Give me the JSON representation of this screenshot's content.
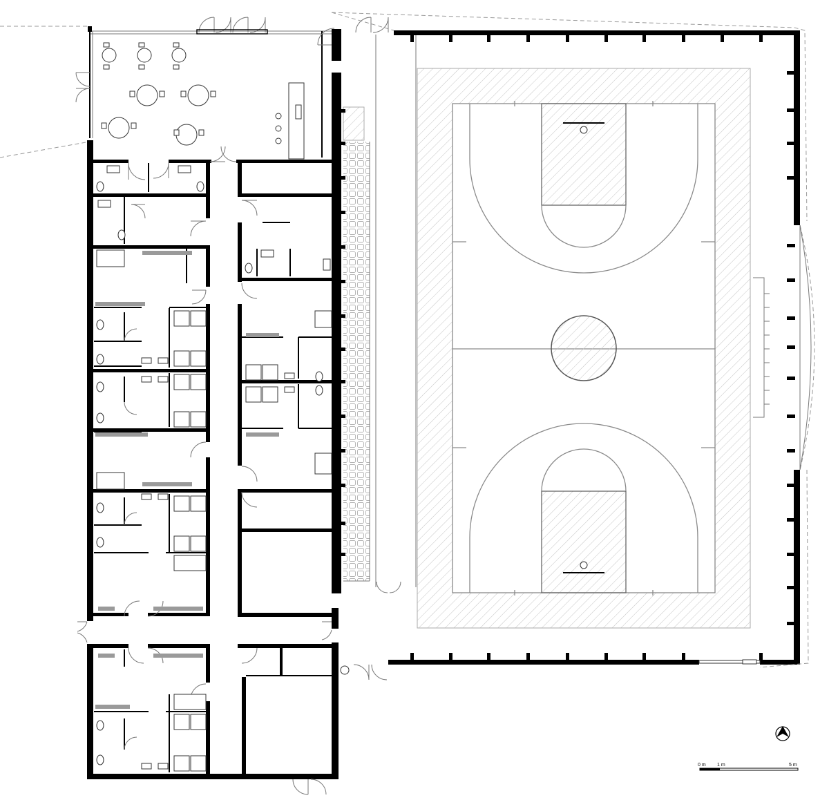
{
  "scale_bar": {
    "labels": [
      "0 m",
      "1 m",
      "5 m"
    ]
  },
  "icons": {
    "north_arrow": "north-arrow-icon"
  }
}
